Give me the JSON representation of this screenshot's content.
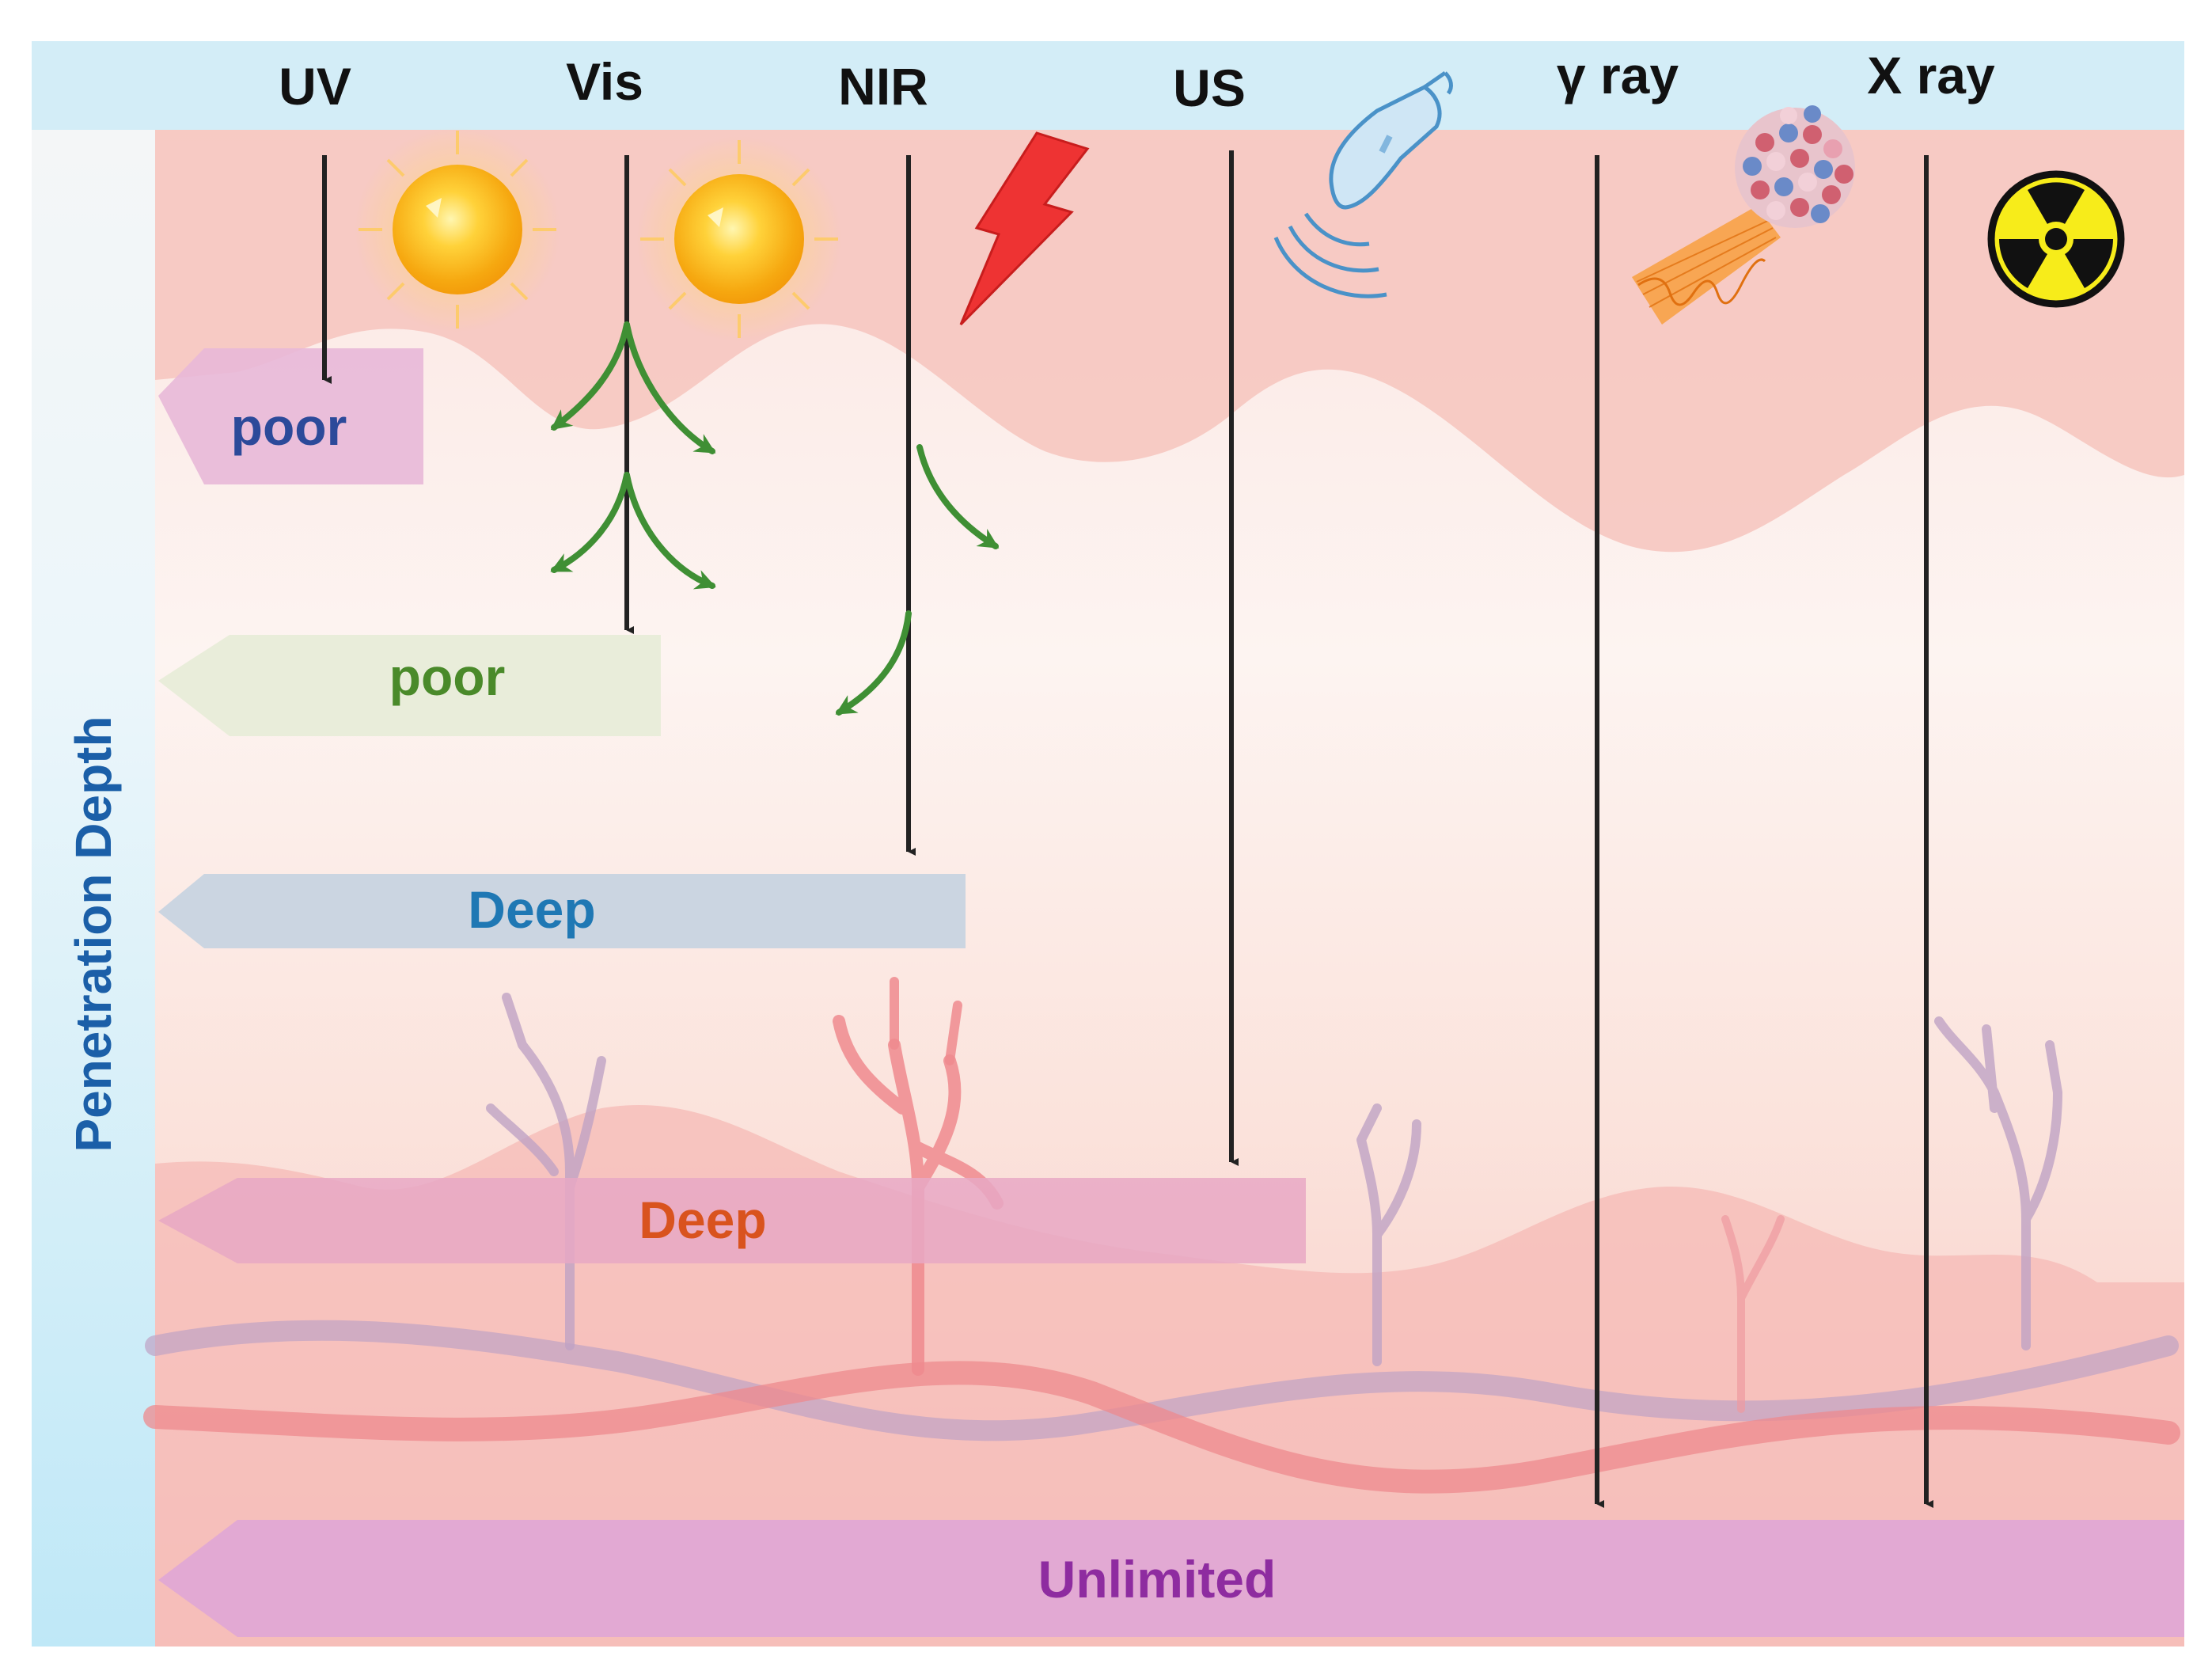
{
  "header": {
    "radiations": [
      {
        "id": "uv",
        "label": "UV"
      },
      {
        "id": "vis",
        "label": "Vis"
      },
      {
        "id": "nir",
        "label": "NIR"
      },
      {
        "id": "us",
        "label": "US"
      },
      {
        "id": "gamma",
        "label": "γ ray"
      },
      {
        "id": "xray",
        "label": "X ray"
      }
    ]
  },
  "axis": {
    "label": "Penetration Depth"
  },
  "depth_bands": [
    {
      "id": "uv",
      "label": "poor",
      "text_color": "#2c4a9a",
      "fill": "#e8b8d8"
    },
    {
      "id": "vis",
      "label": "poor",
      "text_color": "#4a8a2a",
      "fill": "#e8ecd8"
    },
    {
      "id": "nir",
      "label": "Deep",
      "text_color": "#1f78b4",
      "fill": "#c8d4e0"
    },
    {
      "id": "us",
      "label": "Deep",
      "text_color": "#d9531e",
      "fill": "#e8a8c4"
    },
    {
      "id": "rays",
      "label": "Unlimited",
      "text_color": "#8e2ca0",
      "fill": "#e0a8d4"
    }
  ],
  "colors": {
    "header_band": "#d3edf7",
    "side_band": "#cdeef8",
    "skin_top": "#f6c3bf",
    "skin_mid": "#fbe8e3",
    "skin_deep": "#f7c8c4",
    "vessel_red": "#ee8a8e",
    "vessel_violet": "#c0a6c6",
    "scatter_arrow": "#3f8f34",
    "arrow": "#222222"
  },
  "icons": [
    "sun-icon",
    "lightning-icon",
    "ultrasound-probe-icon",
    "nanoparticle-cluster-icon",
    "radiation-trefoil-icon"
  ]
}
